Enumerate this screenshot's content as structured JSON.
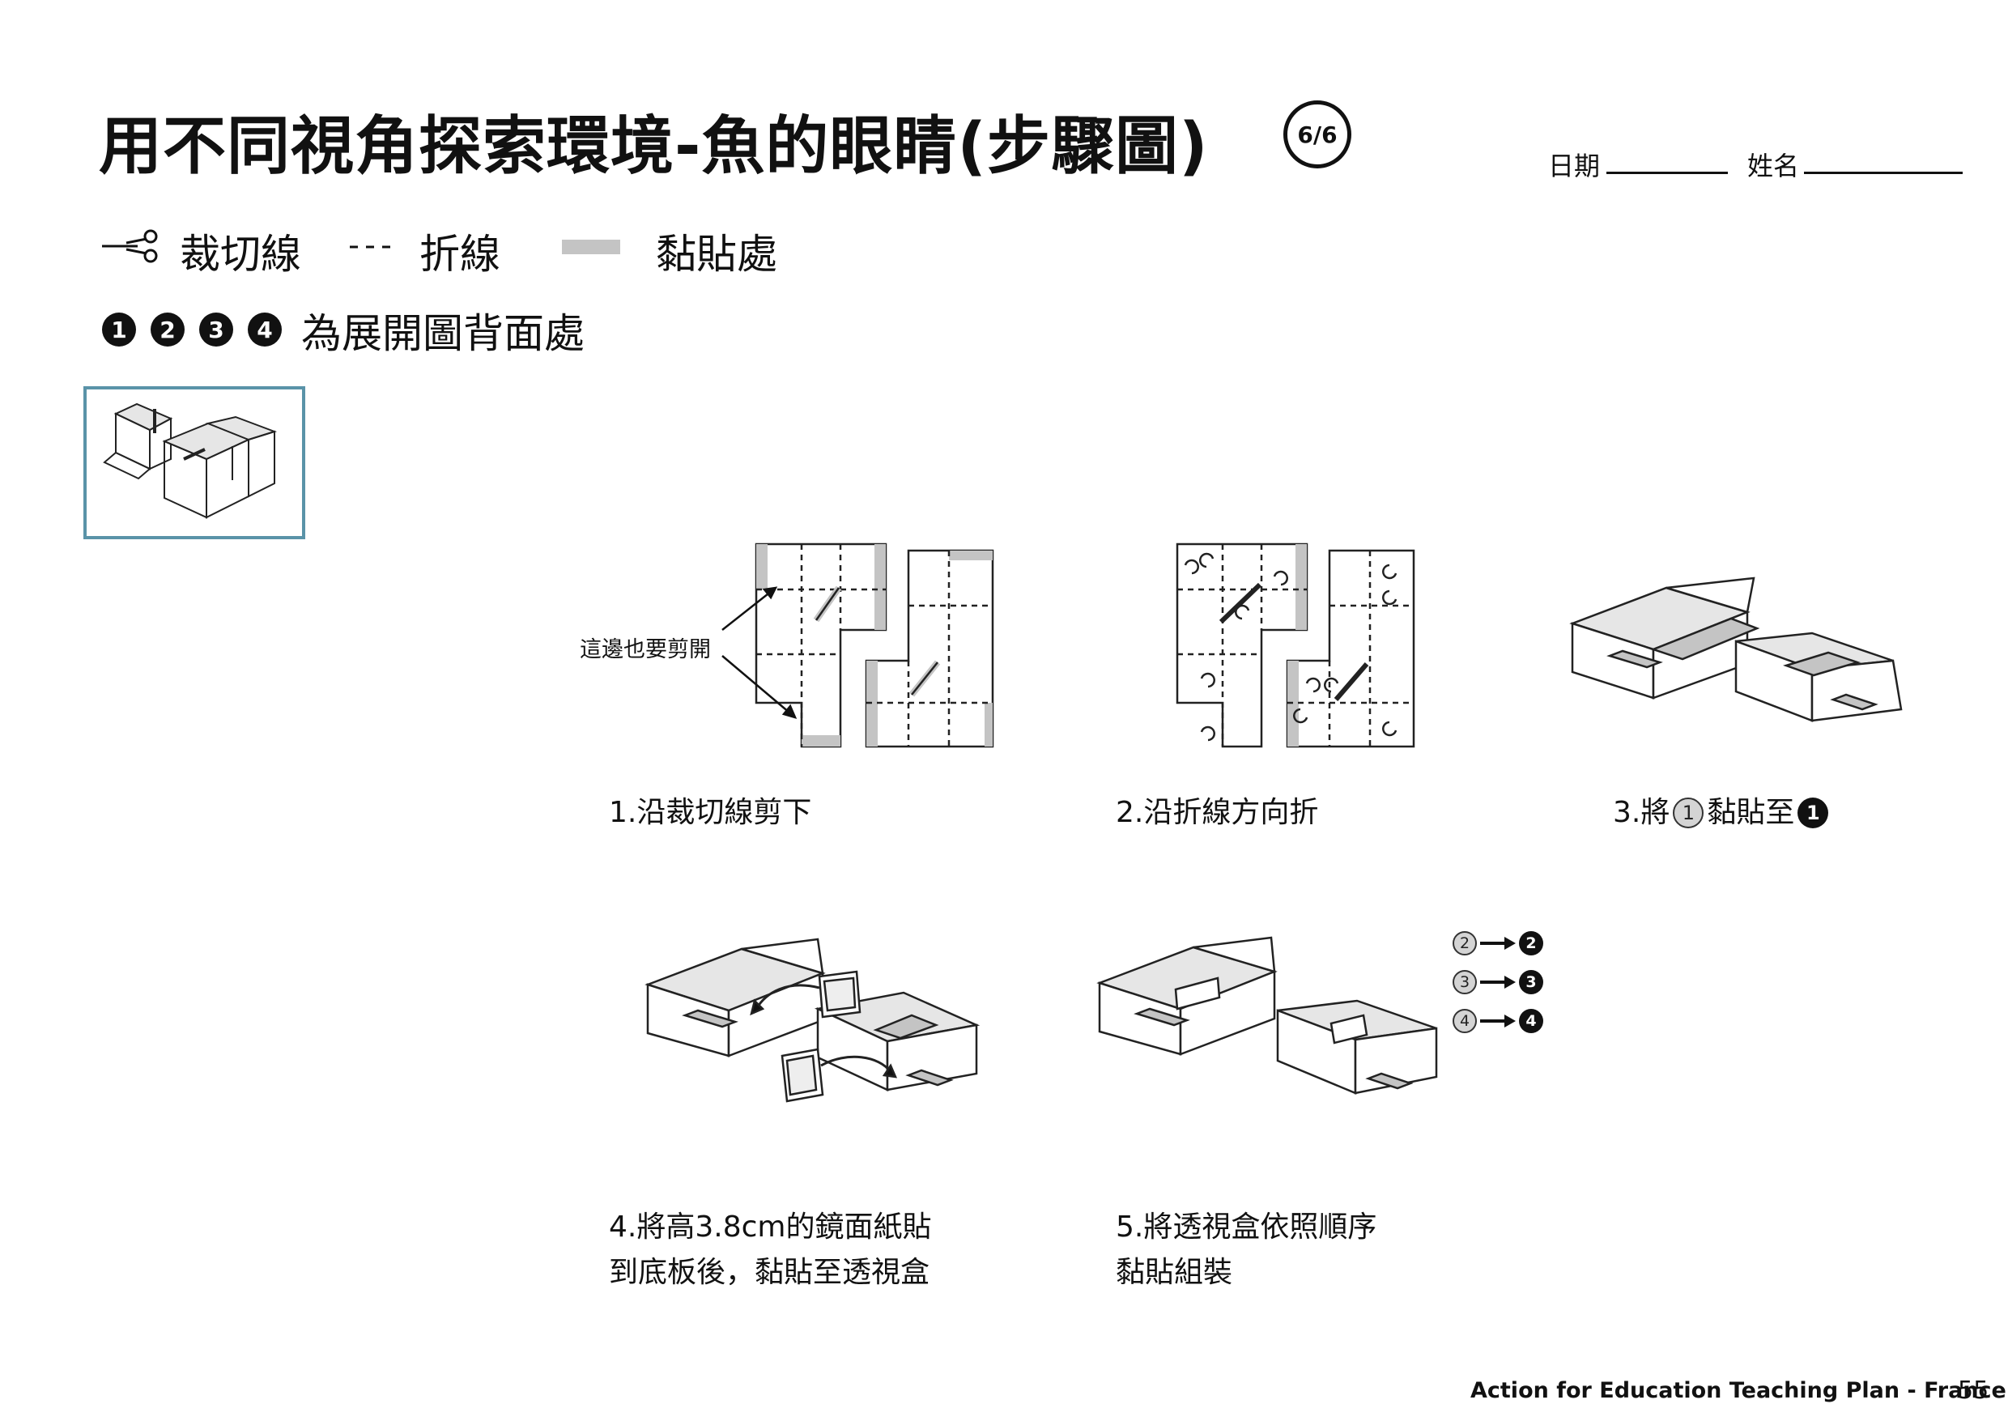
{
  "header": {
    "title": "用不同視角探索環境-魚的眼睛(步驟圖)",
    "page_badge": "6/6",
    "date_label": "日期",
    "name_label": "姓名"
  },
  "legend": {
    "cut_label": "裁切線",
    "fold_label": "折線",
    "glue_label": "黏貼處",
    "back_numbers": [
      "1",
      "2",
      "3",
      "4"
    ],
    "back_label": "為展開圖背面處"
  },
  "steps": {
    "step1": {
      "note": "這邊也要剪開",
      "label": "1.沿裁切線剪下"
    },
    "step2": {
      "label": "2.沿折線方向折"
    },
    "step3": {
      "prefix": "3.將",
      "from": "1",
      "middle": "黏貼至",
      "to": "1"
    },
    "step4": {
      "line1": "4.將高3.8cm的鏡面紙貼",
      "line2": "到底板後，黏貼至透視盒"
    },
    "step5": {
      "line1": "5.將透視盒依照順序",
      "line2": "黏貼組裝"
    },
    "order": [
      {
        "from": "2",
        "to": "2"
      },
      {
        "from": "3",
        "to": "3"
      },
      {
        "from": "4",
        "to": "4"
      }
    ]
  },
  "footer": {
    "text": "Action for Education Teaching Plan -  France",
    "page": "55"
  },
  "colors": {
    "accent_border": "#5a93a8",
    "glue_gray": "#c4c4c4",
    "ink": "#111111"
  }
}
